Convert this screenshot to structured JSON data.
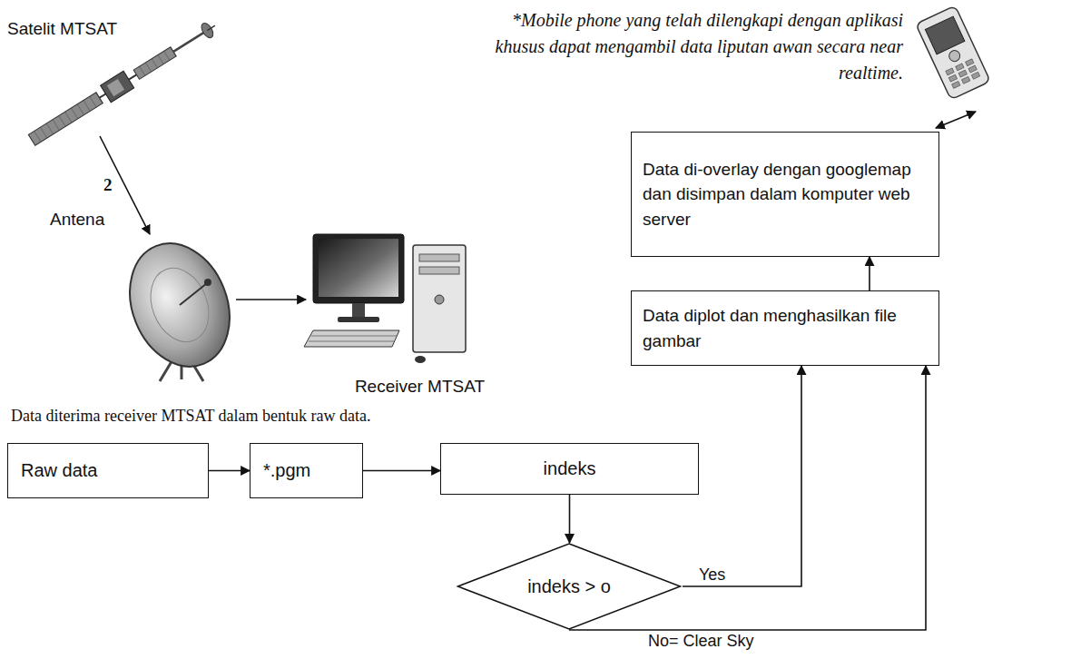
{
  "diagram": {
    "nodes": [
      {
        "text": [
          "Satelit MTSAT"
        ]
      },
      {
        "text": [
          "*Mobile phone yang telah dilengkapi dengan aplikasi khusus dapat mengambil data liputan awan secara near realtime."
        ]
      },
      {
        "text": [
          "Data di-overlay dengan googlemap dan disimpan dalam komputer web server"
        ]
      },
      {
        "text": [
          "Antena"
        ]
      },
      {
        "text": [
          "Receiver MTSAT"
        ]
      },
      {
        "text": [
          "Data diplot dan menghasilkan file gambar"
        ]
      },
      {
        "text": [
          "Raw data"
        ]
      },
      {
        "text": [
          "*.pgm"
        ]
      },
      {
        "text": [
          "indeks"
        ]
      },
      {
        "text": [
          "indeks > o"
        ]
      }
    ],
    "edges": [
      {
        "from": 0,
        "to": 3,
        "label": "2",
        "arrow": "to"
      },
      {
        "from": 3,
        "to": 4,
        "arrow": "to"
      },
      {
        "from": 2,
        "to": 1,
        "arrow": "both"
      },
      {
        "from": 5,
        "to": 2,
        "arrow": "to"
      },
      {
        "from": 6,
        "to": 7,
        "arrow": "to"
      },
      {
        "from": 7,
        "to": 8,
        "arrow": "to"
      },
      {
        "from": 8,
        "to": 9,
        "arrow": "to"
      },
      {
        "from": 9,
        "to": 5,
        "label": "Yes",
        "arrow": "to"
      },
      {
        "from": 9,
        "to": 5,
        "label": "No= Clear Sky",
        "arrow": "to"
      }
    ],
    "labels": [
      "Data diterima receiver MTSAT dalam bentuk raw data."
    ]
  }
}
